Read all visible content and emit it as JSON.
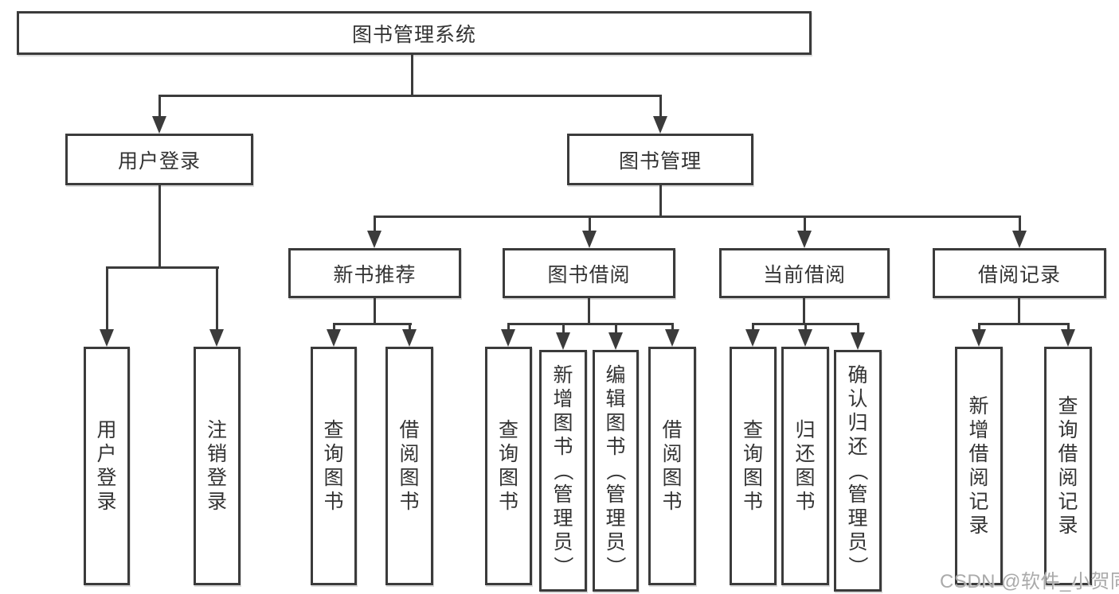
{
  "diagram": {
    "title": "图书管理系统",
    "branches": [
      {
        "label": "用户登录",
        "children": [
          "用户登录",
          "注销登录"
        ]
      },
      {
        "label": "图书管理",
        "sections": [
          {
            "label": "新书推荐",
            "children": [
              "查询图书",
              "借阅图书"
            ]
          },
          {
            "label": "图书借阅",
            "children": [
              "查询图书",
              "新增图书（管理员）",
              "编辑图书（管理员）",
              "借阅图书"
            ]
          },
          {
            "label": "当前借阅",
            "children": [
              "查询图书",
              "归还图书",
              "确认归还（管理员）"
            ]
          },
          {
            "label": "借阅记录",
            "children": [
              "新增借阅记录",
              "查询借阅记录"
            ]
          }
        ]
      }
    ]
  },
  "watermark": {
    "text": "CSDN @软件_小贺同学"
  },
  "colors": {
    "line": "#3b3b3b",
    "text": "#333333",
    "background": "#ffffff",
    "watermark": "#aaaaaa"
  }
}
